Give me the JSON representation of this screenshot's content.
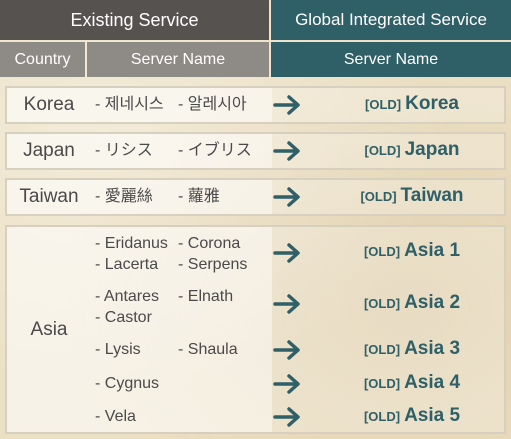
{
  "headers": {
    "existing": "Existing Service",
    "global": "Global Integrated Service",
    "country": "Country",
    "server_name": "Server Name",
    "global_server_name": "Server Name"
  },
  "colors": {
    "existing_header": "#565250",
    "global_header": "#2f5f67",
    "subheader": "#8e8a86",
    "accent": "#2f5f67"
  },
  "arrow_icon": "arrow-right-icon",
  "rows": {
    "korea": {
      "country": "Korea",
      "servers": [
        "- 제네시스",
        "- 알레시아"
      ],
      "old_tag": "[OLD]",
      "target": "Korea"
    },
    "japan": {
      "country": "Japan",
      "servers": [
        "- リシス",
        "- イブリス"
      ],
      "old_tag": "[OLD]",
      "target": "Japan"
    },
    "taiwan": {
      "country": "Taiwan",
      "servers": [
        "- 愛麗絲",
        "- 蘿雅"
      ],
      "old_tag": "[OLD]",
      "target": "Taiwan"
    },
    "asia": {
      "country": "Asia",
      "subrows": [
        {
          "servers": [
            "- Eridanus",
            "- Corona",
            "- Lacerta",
            "- Serpens"
          ],
          "old_tag": "[OLD]",
          "target": "Asia 1"
        },
        {
          "servers": [
            "- Antares",
            "- Elnath",
            "- Castor"
          ],
          "old_tag": "[OLD]",
          "target": "Asia 2"
        },
        {
          "servers": [
            "- Lysis",
            "- Shaula"
          ],
          "old_tag": "[OLD]",
          "target": "Asia 3"
        },
        {
          "servers": [
            "- Cygnus"
          ],
          "old_tag": "[OLD]",
          "target": "Asia 4"
        },
        {
          "servers": [
            "- Vela"
          ],
          "old_tag": "[OLD]",
          "target": "Asia 5"
        }
      ]
    }
  }
}
